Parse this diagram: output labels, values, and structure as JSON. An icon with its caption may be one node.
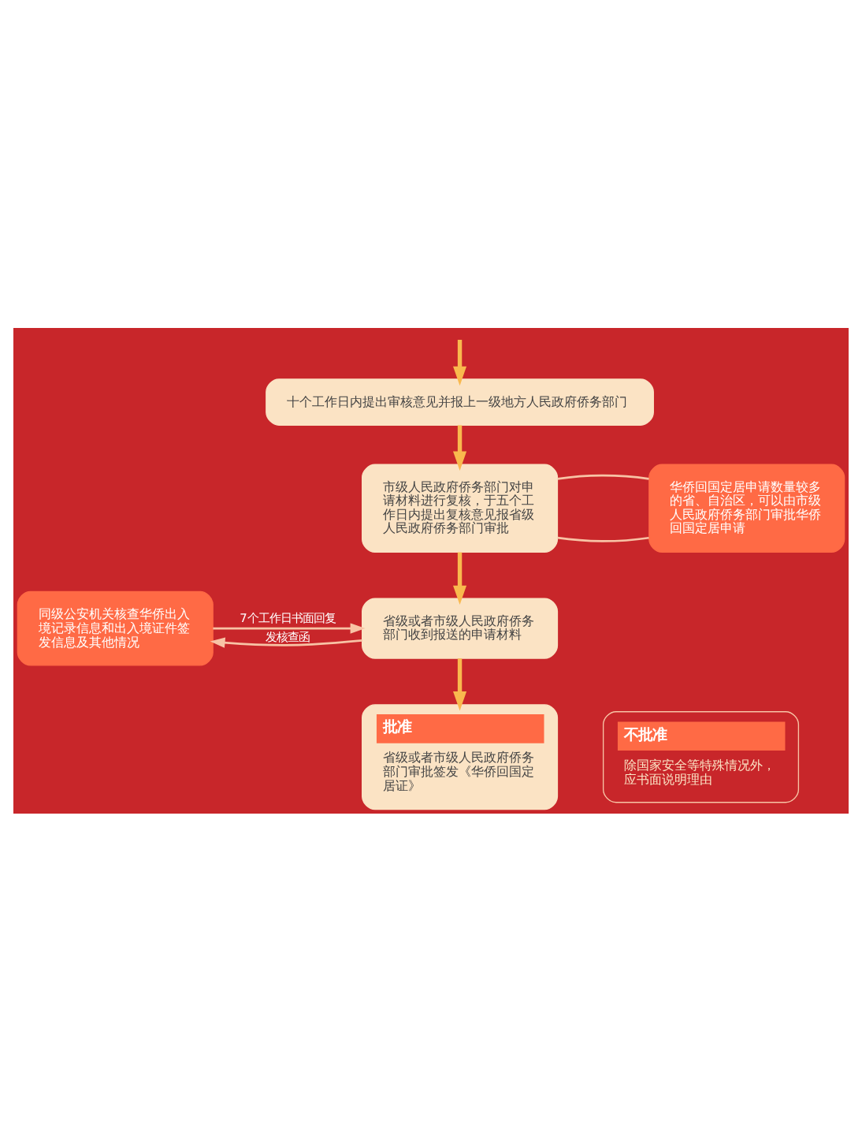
{
  "diagram": {
    "nodes": [
      {
        "text": [
          "十个工作日内提出审核意见并报上一级地方人民政府侨务部门"
        ]
      },
      {
        "text": [
          "市级人民政府侨务部门对申请材料进行复核，于五个工作日内提出复核意见报省级人民政府侨务部门审批"
        ]
      },
      {
        "text": [
          "华侨回国定居申请数量较多的省、自治区，可以由市级人民政府侨务部门审批华侨回国定居申请"
        ]
      },
      {
        "text": [
          "省级或者市级人民政府侨务部门收到报送的申请材料"
        ]
      },
      {
        "text": [
          "同级公安机关核查华侨出入境记录信息和出入境证件签发信息及其他情况"
        ]
      },
      {
        "text": [
          "批准",
          "省级或者市级人民政府侨务部门审批签发《华侨回国定居证》"
        ]
      },
      {
        "text": [
          "不批准",
          "除国家安全等特殊情况外，应书面说明理由"
        ]
      }
    ],
    "edges": [
      {
        "from": null,
        "to": 0,
        "arrow": "to"
      },
      {
        "from": 0,
        "to": 1,
        "arrow": "to"
      },
      {
        "from": 1,
        "to": 2,
        "arrow": "none",
        "color": "#f8c3a5"
      },
      {
        "from": 1,
        "to": 2,
        "arrow": "none",
        "color": "#f8c3a5"
      },
      {
        "from": 1,
        "to": 3,
        "arrow": "to"
      },
      {
        "from": 3,
        "to": 4,
        "arrow": "to",
        "label": "发核查函",
        "color": "#f8c3a5"
      },
      {
        "from": 4,
        "to": 3,
        "arrow": "to",
        "label": "7个工作日书面回复",
        "color": "#f8c3a5"
      },
      {
        "from": 3,
        "to": 5,
        "arrow": "to"
      }
    ]
  }
}
